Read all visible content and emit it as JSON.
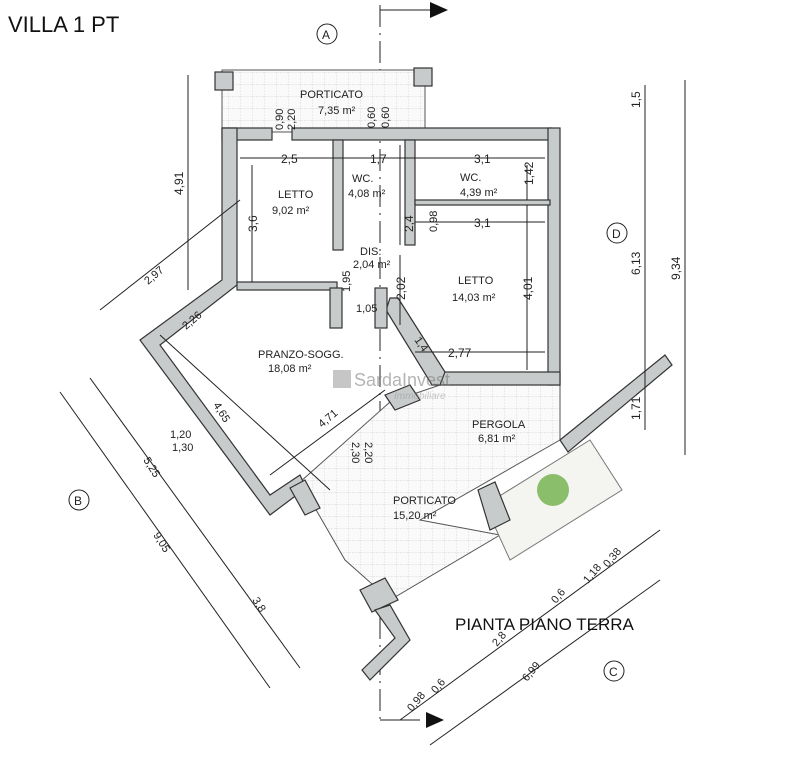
{
  "title": "VILLA 1  PT",
  "plan_title": "PIANTA PIANO TERRA",
  "orientation_marks": [
    "A",
    "B",
    "C",
    "D"
  ],
  "watermark": {
    "brand": "SardaInvest",
    "sub": "Immobiliare"
  },
  "rooms": [
    {
      "name": "PORTICATO",
      "area": "7,35 m²"
    },
    {
      "name": "LETTO",
      "area": "9,02  m²"
    },
    {
      "name": "WC.",
      "area": "4,08 m²"
    },
    {
      "name": "WC.",
      "area": "4,39 m²"
    },
    {
      "name": "DIS.",
      "area": "2,04 m²"
    },
    {
      "name": "LETTO",
      "area": "14,03 m²"
    },
    {
      "name": "PRANZO-SOGG.",
      "area": "18,08 m²"
    },
    {
      "name": "PERGOLA",
      "area": "6,81 m²"
    },
    {
      "name": "PORTICATO",
      "area": "15,20 m²"
    }
  ],
  "dimensions": {
    "d_4_91": "4,91",
    "d_1_5": "1,5",
    "d_6_13": "6,13",
    "d_1_71": "1,71",
    "d_9_34": "9,34",
    "d_0_90": "0,90",
    "d_2_20a": "2,20",
    "d_0_60a": "0,60",
    "d_0_60b": "0,60",
    "d_2_5": "2,5",
    "d_1_7": "1,7",
    "d_3_1a": "3,1",
    "d_1_42": "1,42",
    "d_2_4": "2,4",
    "d_0_98a": "0,98",
    "d_3_1b": "3,1",
    "d_3_6": "3,6",
    "d_1_95": "1,95",
    "d_1_05": "1,05",
    "d_2_02": "2,02",
    "d_4_01": "4,01",
    "d_1_4": "1,4",
    "d_2_77": "2,77",
    "d_2_97": "2,97",
    "d_2_26": "2,26",
    "d_4_65": "4,65",
    "d_4_71": "4,71",
    "d_1_20": "1,20",
    "d_1_30": "1,30",
    "d_2_30": "2,30",
    "d_2_20b": "2,20",
    "d_5_25": "5,25",
    "d_9_05": "9,05",
    "d_3_8": "3,8",
    "d_0_98b": "0,98",
    "d_0_6a": "0,6",
    "d_2_8": "2,8",
    "d_0_6b": "0,6",
    "d_1_18": "1,18",
    "d_0_38": "0,38",
    "d_6_99": "6,99"
  }
}
